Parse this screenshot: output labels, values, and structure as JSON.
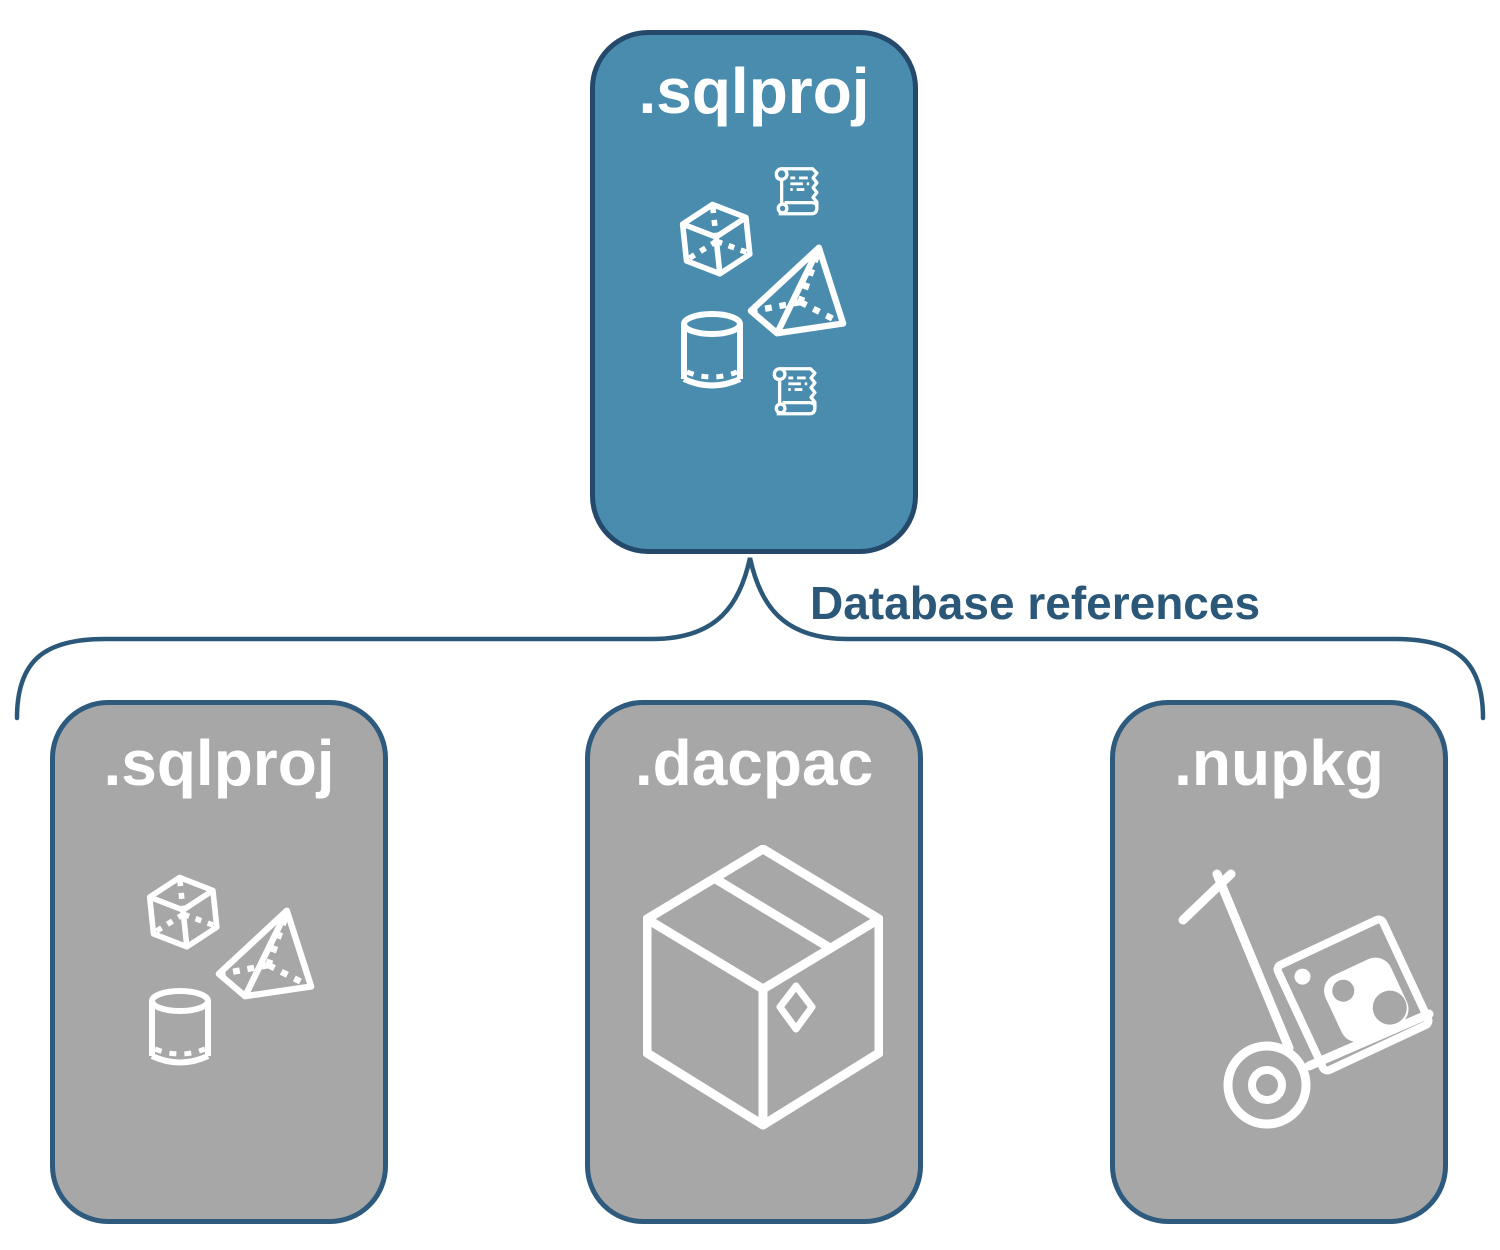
{
  "diagram": {
    "root_box": {
      "label": ".sqlproj",
      "icons": [
        "scroll-icon",
        "cube-icon",
        "pyramid-icon",
        "cylinder-icon",
        "scroll-icon"
      ]
    },
    "connector_label": "Database references",
    "child_boxes": [
      {
        "label": ".sqlproj",
        "icons": [
          "cube-icon",
          "pyramid-icon",
          "cylinder-icon"
        ]
      },
      {
        "label": ".dacpac",
        "icons": [
          "package-box-icon"
        ]
      },
      {
        "label": ".nupkg",
        "icons": [
          "hand-truck-nuget-package-icon"
        ]
      }
    ],
    "colors": {
      "background": "#FFFFFF",
      "root_box_fill": "#4A8CAE",
      "root_box_border": "#24496B",
      "child_box_fill": "#A7A7A7",
      "child_box_border": "#2E5B7D",
      "connector": "#2B5878",
      "label_text": "#2B5878",
      "box_title_text": "#FFFFFF",
      "icon_stroke": "#FFFFFF"
    }
  }
}
